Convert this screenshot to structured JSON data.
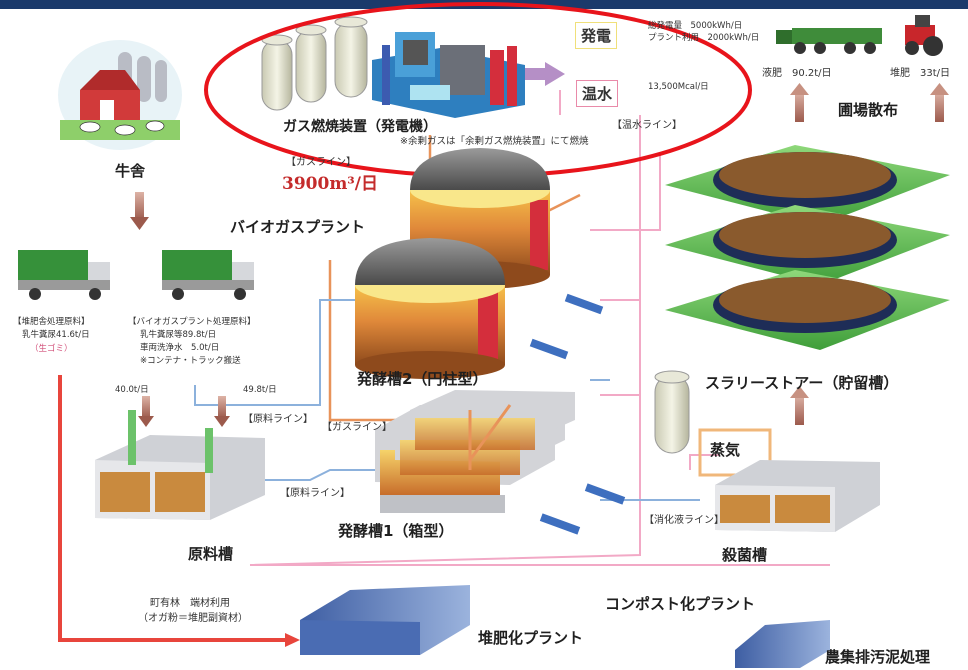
{
  "title_bar_color": "#1b3a6b",
  "highlight_color": "#e8141b",
  "gas_device": {
    "label": "ガス燃焼装置（発電機）",
    "note": "※余剰ガスは「余剰ガス燃焼装置」にて燃焼"
  },
  "power": {
    "label": "発電",
    "line1": "総発電量　5000kWh/日",
    "line2": "プラント利用　2000kWh/日"
  },
  "hot_water": {
    "label": "温水",
    "value": "13,500Mcal/日"
  },
  "field": {
    "liquid_fertilizer": "液肥　90.2t/日",
    "compost": "堆肥　33t/日",
    "label": "圃場散布"
  },
  "barn": {
    "label": "牛舎"
  },
  "gas_line": {
    "label": "【ガスライン】",
    "amount": "3900m³/日"
  },
  "hot_water_line": "【温水ライン】",
  "biogas_plant": "バイオガスプラント",
  "compost_material": {
    "line1": "【堆肥舎処理原料】",
    "line2": "乳牛糞尿41.6t/日",
    "line3": "（生ゴミ）"
  },
  "plant_material": {
    "line1": "【バイオガスプラント処理原料】",
    "line2": "乳牛糞尿等89.8t/日",
    "line3": "車両洗浄水　5.0t/日",
    "line4": "※コンテナ・トラック搬送"
  },
  "flow1": "40.0t/日",
  "flow2": "49.8t/日",
  "raw_line_1": "【原料ライン】",
  "raw_line_2": "【原料ライン】",
  "gas_line_2": "【ガスライン】",
  "digestion_line": "【消化液ライン】",
  "tank2": "発酵槽2（円柱型）",
  "tank1": "発酵槽1（箱型）",
  "raw_tank": "原料槽",
  "slurry_store": "スラリーストアー（貯留槽）",
  "steam": "蒸気",
  "sterilize_tank": "殺菌槽",
  "forest": {
    "line1": "町有林　端材利用",
    "line2": "（オガ粉＝堆肥副資材）"
  },
  "compost_plant": "コンポスト化プラント",
  "compost_facility": "堆肥化プラント",
  "sludge": "農集排汚泥処理"
}
